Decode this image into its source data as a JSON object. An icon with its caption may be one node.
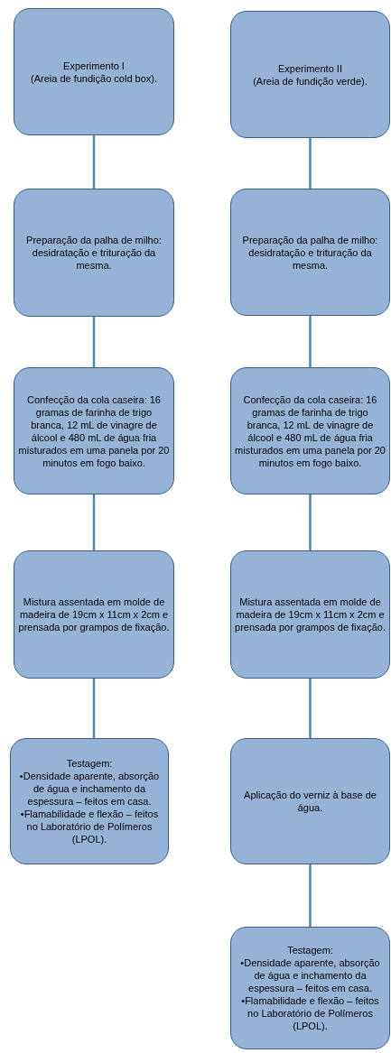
{
  "diagram": {
    "nodes": [
      {
        "text": [
          "Experimento I",
          "(Areia de fundição cold box)."
        ]
      },
      {
        "text": [
          "Preparação da palha de milho: desidratação e trituração da mesma."
        ]
      },
      {
        "text": [
          "Confecção da cola caseira: 16 gramas de farinha de trigo branca, 12 mL de vinagre de álcool e 480 mL de água fria misturados em uma panela por 20 minutos em fogo baixo."
        ]
      },
      {
        "text": [
          "Mistura assentada em molde de madeira de 19cm x 11cm x 2cm e prensada por grampos de fixação."
        ]
      },
      {
        "text": [
          "Testagem:",
          "•Densidade aparente, absorção de água e inchamento da espessura – feitos em casa.",
          "•Flamabilidade e flexão – feitos no Laboratório de Polímeros (LPOL)."
        ]
      },
      {
        "text": [
          "Experimento II",
          "(Areia de fundição verde)."
        ]
      },
      {
        "text": [
          "Preparação da palha de milho: desidratação e trituração da mesma."
        ]
      },
      {
        "text": [
          "Confecção da cola caseira: 16 gramas de farinha de trigo branca, 12 mL de vinagre de álcool e 480 mL de água fria misturados em uma panela por 20 minutos em fogo baixo."
        ]
      },
      {
        "text": [
          "Mistura assentada em molde de madeira de 19cm x 11cm x 2cm e prensada por grampos de fixação."
        ]
      },
      {
        "text": [
          "Aplicação do verniz à base de água."
        ]
      },
      {
        "text": [
          "Testagem:",
          "•Densidade aparente, absorção de água e inchamento da espessura – feitos em casa.",
          "•Flamabilidade e flexão – feitos no Laboratório de Polímeros (LPOL)."
        ]
      }
    ],
    "edges": [
      {
        "from": 0,
        "to": 1,
        "arrow": "none"
      },
      {
        "from": 1,
        "to": 2,
        "arrow": "none"
      },
      {
        "from": 2,
        "to": 3,
        "arrow": "none"
      },
      {
        "from": 3,
        "to": 4,
        "arrow": "none"
      },
      {
        "from": 5,
        "to": 6,
        "arrow": "none"
      },
      {
        "from": 6,
        "to": 7,
        "arrow": "none"
      },
      {
        "from": 7,
        "to": 8,
        "arrow": "none"
      },
      {
        "from": 8,
        "to": 9,
        "arrow": "none"
      },
      {
        "from": 9,
        "to": 10,
        "arrow": "none"
      }
    ]
  }
}
